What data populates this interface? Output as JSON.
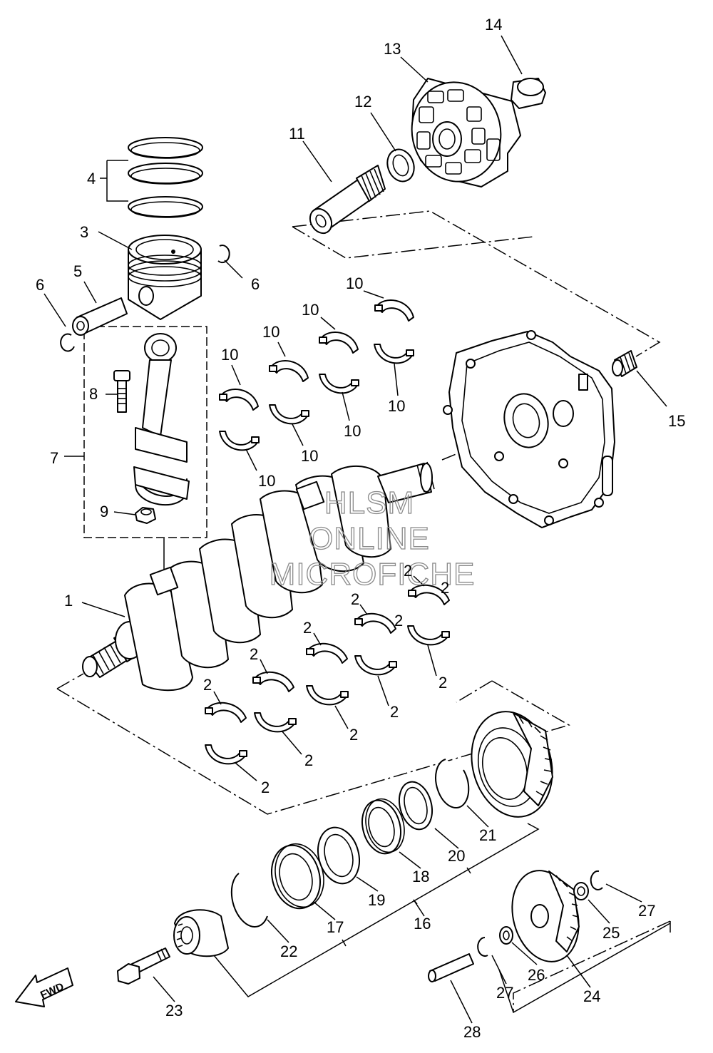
{
  "watermark": {
    "line1": "HLSM",
    "line2": "ONLINE",
    "line3": "MICROFICHE"
  },
  "direction_arrow": {
    "label": "FWD"
  },
  "callouts": [
    {
      "id": "c1",
      "label": "1"
    },
    {
      "id": "c2a",
      "label": "2"
    },
    {
      "id": "c2b",
      "label": "2"
    },
    {
      "id": "c2c",
      "label": "2"
    },
    {
      "id": "c2d",
      "label": "2"
    },
    {
      "id": "c2e",
      "label": "2"
    },
    {
      "id": "c2f",
      "label": "2"
    },
    {
      "id": "c2g",
      "label": "2"
    },
    {
      "id": "c2h",
      "label": "2"
    },
    {
      "id": "c2i",
      "label": "2"
    },
    {
      "id": "c2j",
      "label": "2"
    },
    {
      "id": "c2k",
      "label": "2"
    },
    {
      "id": "c2l",
      "label": "2"
    },
    {
      "id": "c3",
      "label": "3"
    },
    {
      "id": "c4",
      "label": "4"
    },
    {
      "id": "c5",
      "label": "5"
    },
    {
      "id": "c6a",
      "label": "6"
    },
    {
      "id": "c6b",
      "label": "6"
    },
    {
      "id": "c7",
      "label": "7"
    },
    {
      "id": "c8",
      "label": "8"
    },
    {
      "id": "c9",
      "label": "9"
    },
    {
      "id": "c10a",
      "label": "10"
    },
    {
      "id": "c10b",
      "label": "10"
    },
    {
      "id": "c10c",
      "label": "10"
    },
    {
      "id": "c10d",
      "label": "10"
    },
    {
      "id": "c10e",
      "label": "10"
    },
    {
      "id": "c10f",
      "label": "10"
    },
    {
      "id": "c10g",
      "label": "10"
    },
    {
      "id": "c10h",
      "label": "10"
    },
    {
      "id": "c11",
      "label": "11"
    },
    {
      "id": "c12",
      "label": "12"
    },
    {
      "id": "c13",
      "label": "13"
    },
    {
      "id": "c14",
      "label": "14"
    },
    {
      "id": "c15",
      "label": "15"
    },
    {
      "id": "c16",
      "label": "16"
    },
    {
      "id": "c17",
      "label": "17"
    },
    {
      "id": "c18",
      "label": "18"
    },
    {
      "id": "c19",
      "label": "19"
    },
    {
      "id": "c20",
      "label": "20"
    },
    {
      "id": "c21",
      "label": "21"
    },
    {
      "id": "c22",
      "label": "22"
    },
    {
      "id": "c23",
      "label": "23"
    },
    {
      "id": "c24",
      "label": "24"
    },
    {
      "id": "c25",
      "label": "25"
    },
    {
      "id": "c26",
      "label": "26"
    },
    {
      "id": "c27a",
      "label": "27"
    },
    {
      "id": "c27b",
      "label": "27"
    },
    {
      "id": "c28",
      "label": "28"
    }
  ]
}
